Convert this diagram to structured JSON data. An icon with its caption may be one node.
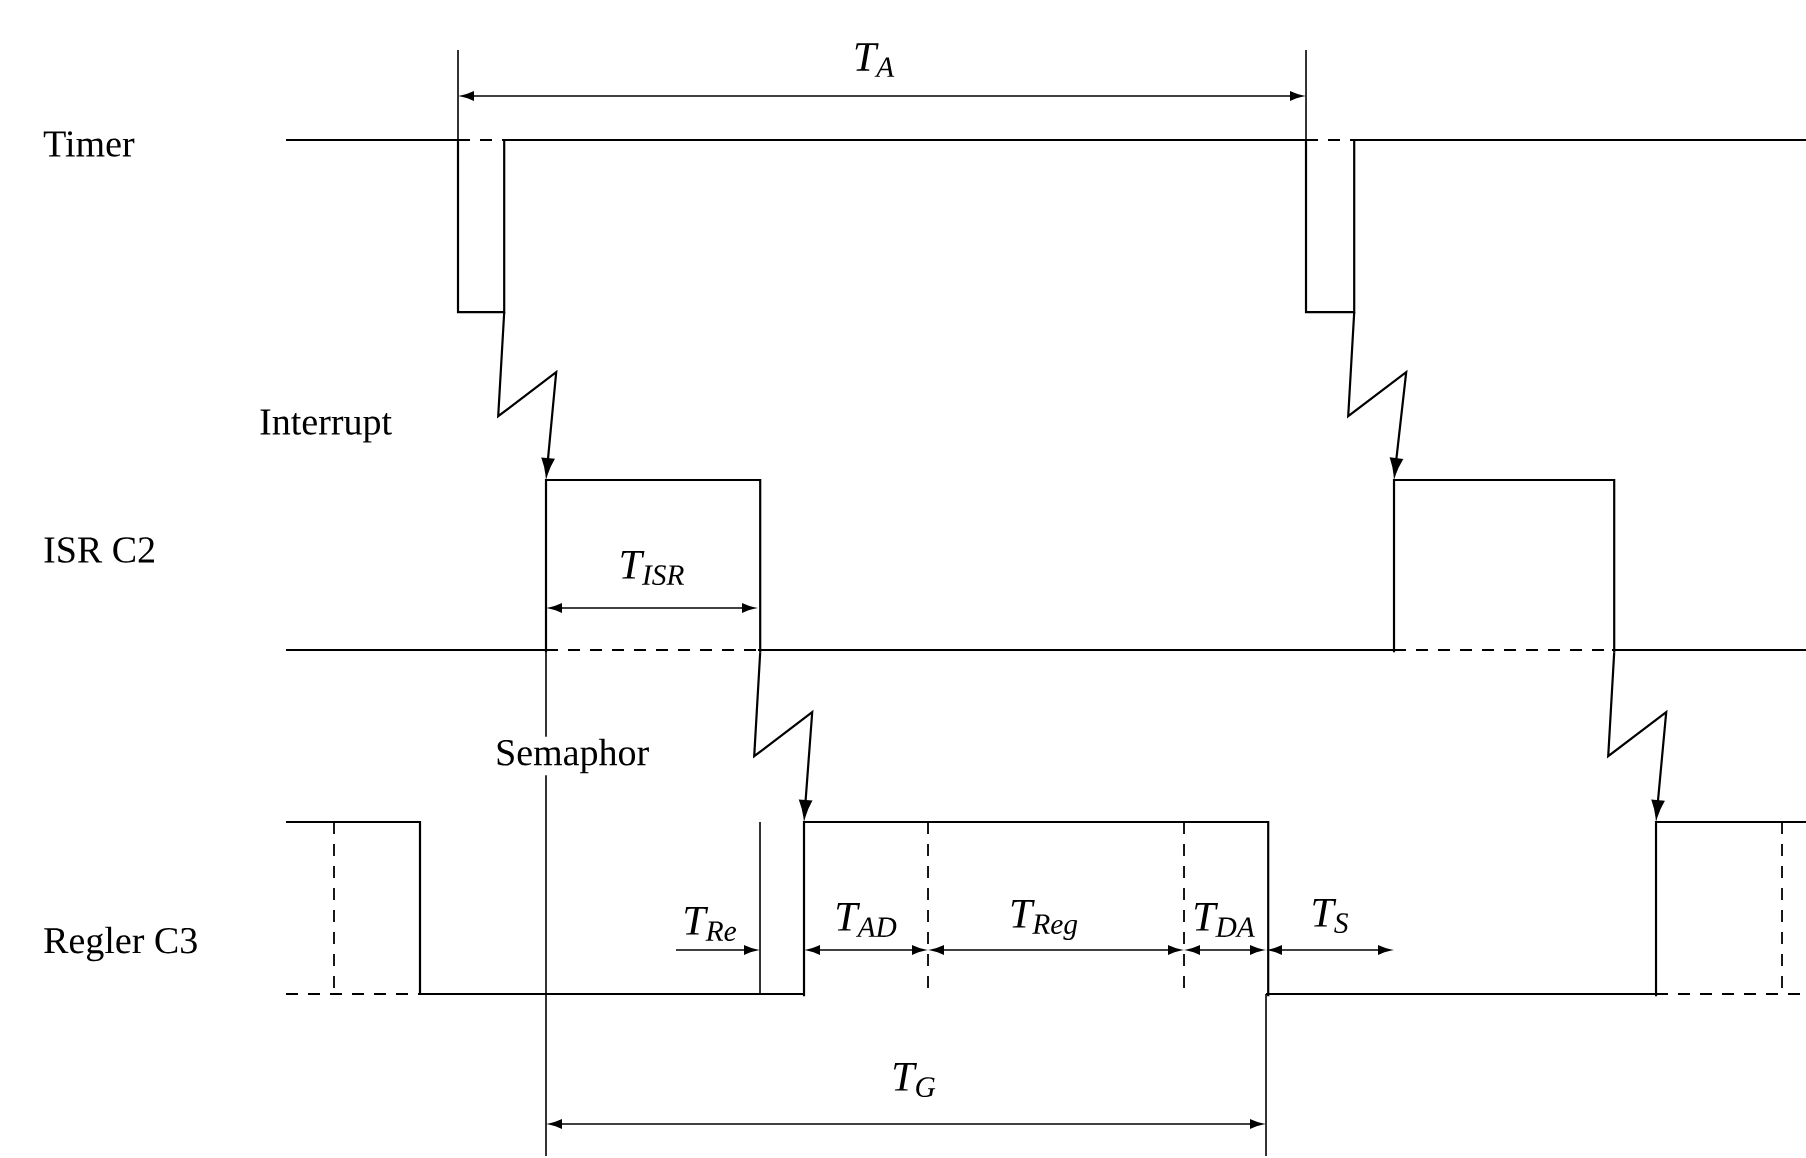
{
  "diagram": {
    "nodes": [
      {
        "text": [],
        "shape": "box"
      },
      {
        "text": [],
        "shape": "box"
      },
      {
        "text": [],
        "shape": "box"
      },
      {
        "text": [],
        "shape": "box"
      },
      {
        "text": [],
        "shape": "box"
      },
      {
        "text": [],
        "shape": "box"
      }
    ],
    "edges": [
      {
        "from": 0,
        "to": 2,
        "arrow": "to"
      },
      {
        "from": 1,
        "to": 3,
        "arrow": "to"
      },
      {
        "from": 2,
        "to": 4,
        "arrow": "to"
      },
      {
        "from": 3,
        "to": 5,
        "arrow": "to"
      }
    ],
    "labels": [
      "Timer",
      "ISR C2",
      "Regler C3",
      "Interrupt",
      "Semaphor",
      "T$_{A}$",
      "T$_{ISR}$",
      "T$_{Re}$",
      "T$_{AD}$",
      "T$_{Reg}$",
      "T$_{DA}$",
      "T$_{S}$",
      "T$_{G}$"
    ]
  }
}
